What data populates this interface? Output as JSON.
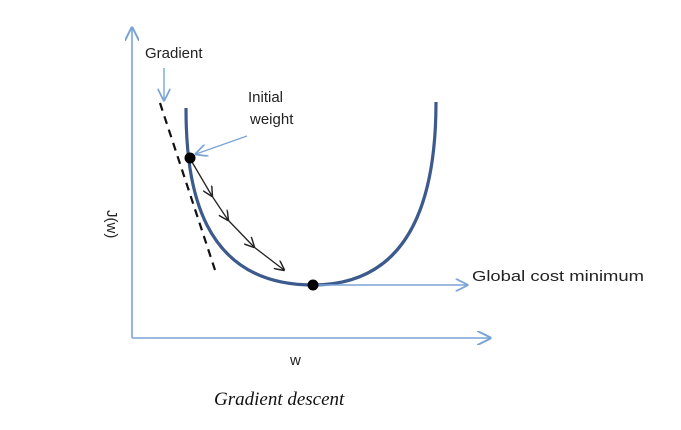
{
  "diagram": {
    "title": "Gradient descent",
    "labels": {
      "gradient": "Gradient",
      "initial_weight_line1": "Initial",
      "initial_weight_line2": "weight",
      "global_min": "Global cost minimum",
      "x_axis": "w",
      "y_axis": "J(w)"
    },
    "colors": {
      "curve": "#3c5a8c",
      "axis": "#7ba4d6",
      "pointer": "#7ba4d6",
      "tangent": "#111111",
      "step_arrows": "#222222",
      "points": "#000000"
    }
  }
}
